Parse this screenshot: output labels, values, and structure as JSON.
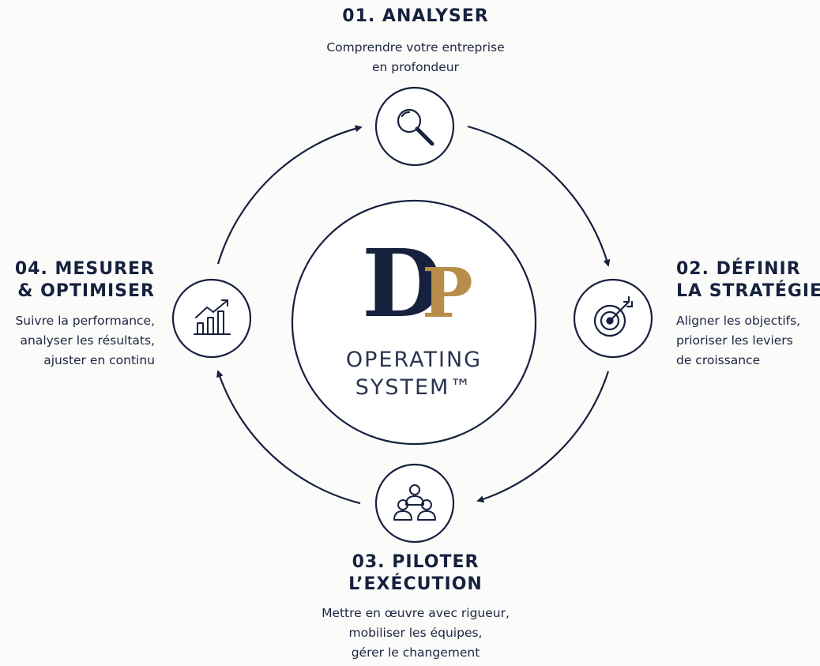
{
  "colors": {
    "navy": "#16213e",
    "gold": "#b68e4a",
    "background": "#fbfbfa"
  },
  "logo": {
    "letter_d": "D",
    "letter_p": "P",
    "line1": "OPERATING",
    "line2": "SYSTEM™"
  },
  "steps": [
    {
      "title_lines": [
        "01. ANALYSER"
      ],
      "desc_lines": [
        "Comprendre votre entreprise",
        "en profondeur"
      ],
      "icon": "magnifier-icon"
    },
    {
      "title_lines": [
        "02. DÉFINIR",
        "LA STRATÉGIE"
      ],
      "desc_lines": [
        "Aligner les objectifs,",
        "prioriser les leviers",
        "de croissance"
      ],
      "icon": "target-icon"
    },
    {
      "title_lines": [
        "03. PILOTER",
        "L’EXÉCUTION"
      ],
      "desc_lines": [
        "Mettre en œuvre avec rigueur,",
        "mobiliser les équipes,",
        "gérer le changement"
      ],
      "icon": "team-icon"
    },
    {
      "title_lines": [
        "04. MESURER",
        "& OPTIMISER"
      ],
      "desc_lines": [
        "Suivre la performance,",
        "analyser les résultats,",
        "ajuster en continu"
      ],
      "icon": "growth-chart-icon"
    }
  ]
}
